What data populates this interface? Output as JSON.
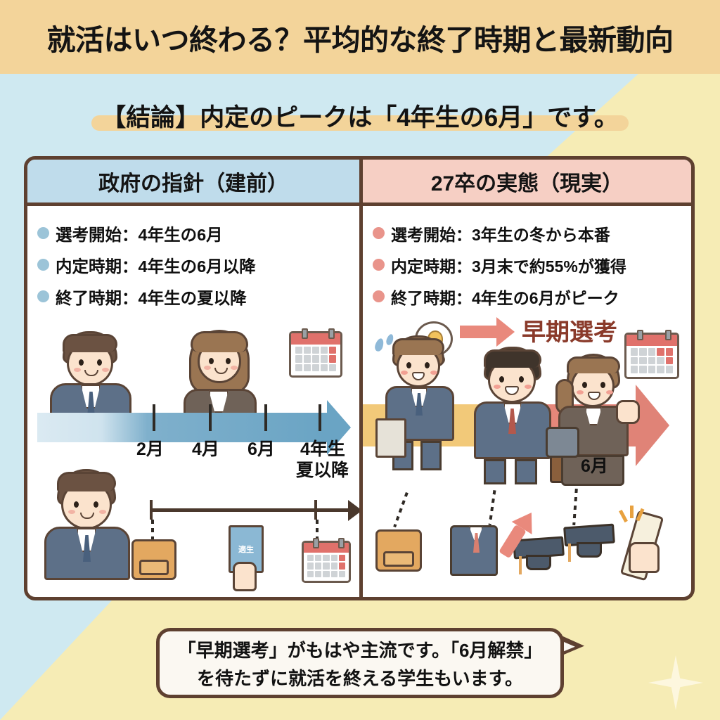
{
  "theme": {
    "band_color": "#f3d49a",
    "bg_blue": "#cfe9f1",
    "bg_yellow": "#f6ecb5",
    "border_color": "#5e4030",
    "left_accent": "#bfdceb",
    "right_accent": "#f6cfc4",
    "left_dot": "#9cc4d8",
    "right_dot": "#e9948b",
    "early_label_color": "#8a3a2a"
  },
  "header": {
    "title": "就活はいつ終わる？平均的な終了時期と最新動向"
  },
  "subtitle": {
    "text": "【結論】内定のピークは「4年生の6月」です。"
  },
  "panels": {
    "left": {
      "heading": "政府の指針（建前）",
      "bullets": [
        "選考開始：4年生の6月",
        "内定時期：4年生の6月以降",
        "終了時期：4年生の夏以降"
      ],
      "timeline_labels": [
        "2月",
        "4月",
        "6月",
        "4年生",
        "夏以降"
      ],
      "booklet_label": "適生"
    },
    "right": {
      "heading": "27卒の実態（現実）",
      "bullets": [
        "選考開始：3年生の冬から本番",
        "内定時期：3月末で約55%が獲得",
        "終了時期：4年生の6月がピーク"
      ],
      "callout": "早期選考",
      "timeline_labels": [
        "6月"
      ]
    }
  },
  "footer": {
    "line1": "「早期選考」がもはや主流です。「6月解禁」",
    "line2": "を待たずに就活を終える学生もいます。"
  },
  "icons": {
    "calendar": "calendar-icon",
    "backpack": "school-backpack-icon",
    "graduation_cap": "graduation-cap-icon",
    "diploma": "diploma-icon",
    "briefcase": "briefcase-icon",
    "lightbulb": "lightbulb-icon",
    "sparkle": "sparkle-icon"
  }
}
